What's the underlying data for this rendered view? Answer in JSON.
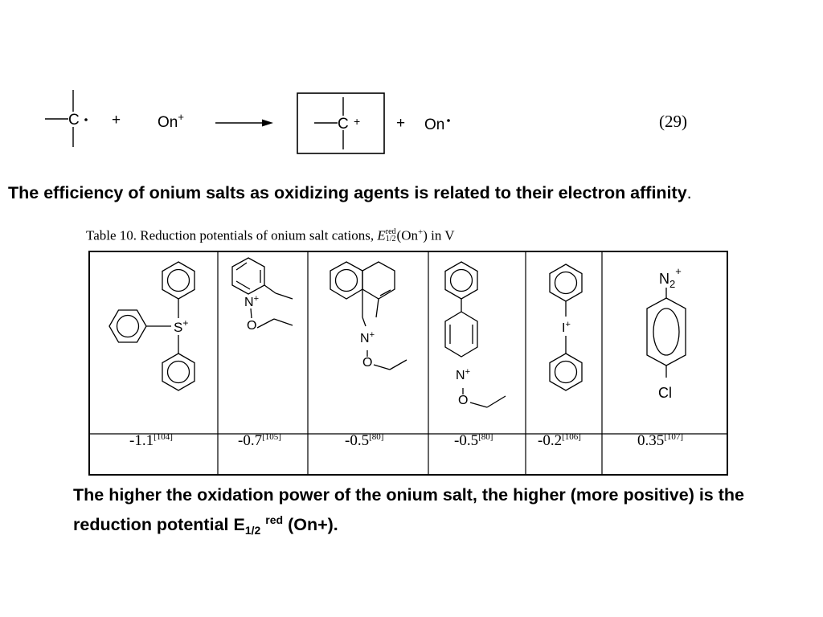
{
  "equation": {
    "c_label": "C",
    "plus1": "+",
    "onium": "On",
    "onium_charge": "+",
    "plus2": "+",
    "cation_label": "C",
    "cation_charge": "+",
    "plus3": "+",
    "product": "On",
    "number": "(29)"
  },
  "intro": {
    "text": "The efficiency of onium salts as oxidizing agents is related to their electron affinity",
    "end": "."
  },
  "table": {
    "caption_prefix": "Table 10. Reduction potentials of onium salt cations, ",
    "caption_symbol": "E",
    "caption_sup": "red",
    "caption_sub": "1/2",
    "caption_suffix": "(On",
    "caption_charge": "+",
    "caption_unit": ") in V",
    "compounds": [
      {
        "value": "-1.1",
        "ref": "[104]",
        "labels": {
          "s": "S",
          "charge": "+"
        }
      },
      {
        "value": "-0.7",
        "ref": "[105]",
        "labels": {
          "n": "N",
          "charge": "+",
          "o": "O"
        }
      },
      {
        "value": "-0.5",
        "ref": "[80]",
        "labels": {
          "n": "N",
          "charge": "+",
          "o": "O"
        }
      },
      {
        "value": "-0.5",
        "ref": "[80]",
        "labels": {
          "n": "N",
          "charge": "+",
          "o": "O"
        }
      },
      {
        "value": "-0.2",
        "ref": "[106]",
        "labels": {
          "i": "I",
          "charge": "+"
        }
      },
      {
        "value": "0.35",
        "ref": "[107]",
        "labels": {
          "n": "N",
          "sub": "2",
          "charge": "+",
          "cl": "Cl"
        }
      }
    ]
  },
  "conclusion": {
    "text": "The higher the oxidation power of the onium salt, the higher (more positive) is the reduction potential E",
    "sub": "1/2",
    "sup": "red",
    "end": "(On+)."
  }
}
